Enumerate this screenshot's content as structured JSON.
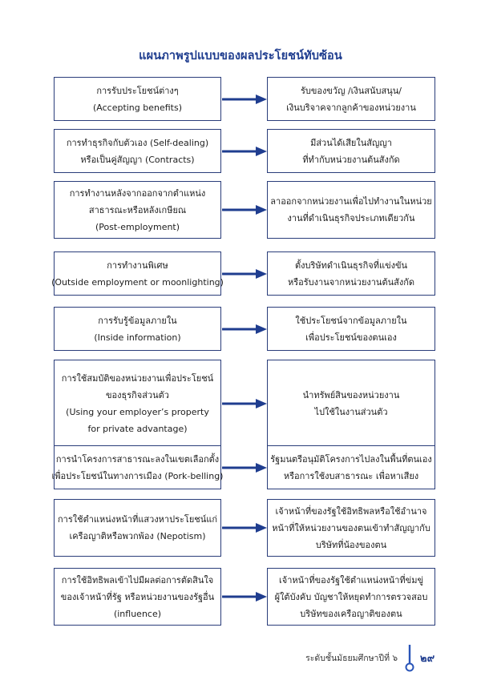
{
  "title": "แผนภาพรูปแบบของผลประโยชน์ทับซ้อน",
  "rows": [
    {
      "left": [
        "การรับประโยชน์ต่างๆ",
        "(Accepting benefits)"
      ],
      "right": [
        "รับของขวัญ /เงินสนับสนุน/",
        "เงินบริจาคจากลูกค้าของหน่วยงาน"
      ]
    },
    {
      "left": [
        "การทำธุรกิจกับตัวเอง (Self-dealing)",
        "หรือเป็นคู่สัญญา (Contracts)"
      ],
      "right": [
        "มีส่วนได้เสียในสัญญา",
        "ที่ทำกับหน่วยงานต้นสังกัด"
      ]
    },
    {
      "left": [
        "การทำงานหลังจากออกจากตำแหน่ง",
        "สาธารณะหรือหลังเกษียณ",
        "(Post-employment)"
      ],
      "right": [
        "ลาออกจากหน่วยงานเพื่อไปทำงานในหน่วย",
        "งานที่ดำเนินธุรกิจประเภทเดียวกัน"
      ]
    },
    {
      "left": [
        "การทำงานพิเศษ",
        "(Outside employment or moonlighting)"
      ],
      "right": [
        "ตั้งบริษัทดำเนินธุรกิจที่แข่งขัน",
        "หรือรับงานจากหน่วยงานต้นสังกัด"
      ]
    },
    {
      "left": [
        "การรับรู้ข้อมูลภายใน",
        "(Inside information)"
      ],
      "right": [
        "ใช้ประโยชน์จากข้อมูลภายใน",
        "เพื่อประโยชน์ของตนเอง"
      ]
    },
    {
      "left": [
        "การใช้สมบัติของหน่วยงานเพื่อประโยชน์",
        "ของธุรกิจส่วนตัว",
        "(Using your employer’s property",
        "for private advantage)"
      ],
      "right": [
        "นำทรัพย์สินของหน่วยงาน",
        "ไปใช้ในงานส่วนตัว"
      ]
    },
    {
      "left": [
        "การนำโครงการสาธารณะลงในเขตเลือกตั้ง",
        "เพื่อประโยชน์ในทางการเมือง (Pork-belling)"
      ],
      "right": [
        "รัฐมนตรีอนุมัติโครงการไปลงในพื้นที่ตนเอง",
        "หรือการใช้งบสาธารณะ เพื่อหาเสียง"
      ]
    },
    {
      "left": [
        "การใช้ตำแหน่งหน้าที่แสวงหาประโยชน์แก่",
        "เครือญาติหรือพวกพ้อง (Nepotism)"
      ],
      "right": [
        "เจ้าหน้าที่ของรัฐใช้อิทธิพลหรือใช้อำนาจ",
        "หน้าที่ให้หน่วยงานของตนเข้าทำสัญญากับ",
        "บริษัทที่น้องของตน"
      ]
    },
    {
      "left": [
        "การใช้อิทธิพลเข้าไปมีผลต่อการตัดสินใจ",
        "ของเจ้าหน้าที่รัฐ หรือหน่วยงานของรัฐอื่น",
        "(influence)"
      ],
      "right": [
        "เจ้าหน้าที่ของรัฐใช้ตำแหน่งหน้าที่ข่มขู่",
        "ผู้ใต้บังคับ บัญชาให้หยุดทำการตรวจสอบ",
        "บริษัทของเครือญาติของตน"
      ]
    }
  ],
  "footer": {
    "label": "ระดับชั้นมัธยมศึกษาปีที่ ๖",
    "page_number": "๒๙"
  },
  "colors": {
    "title": "#1f3d8f",
    "border": "#2a3d7a",
    "arrow": "#1f3d8f",
    "accent": "#2a55b8"
  }
}
